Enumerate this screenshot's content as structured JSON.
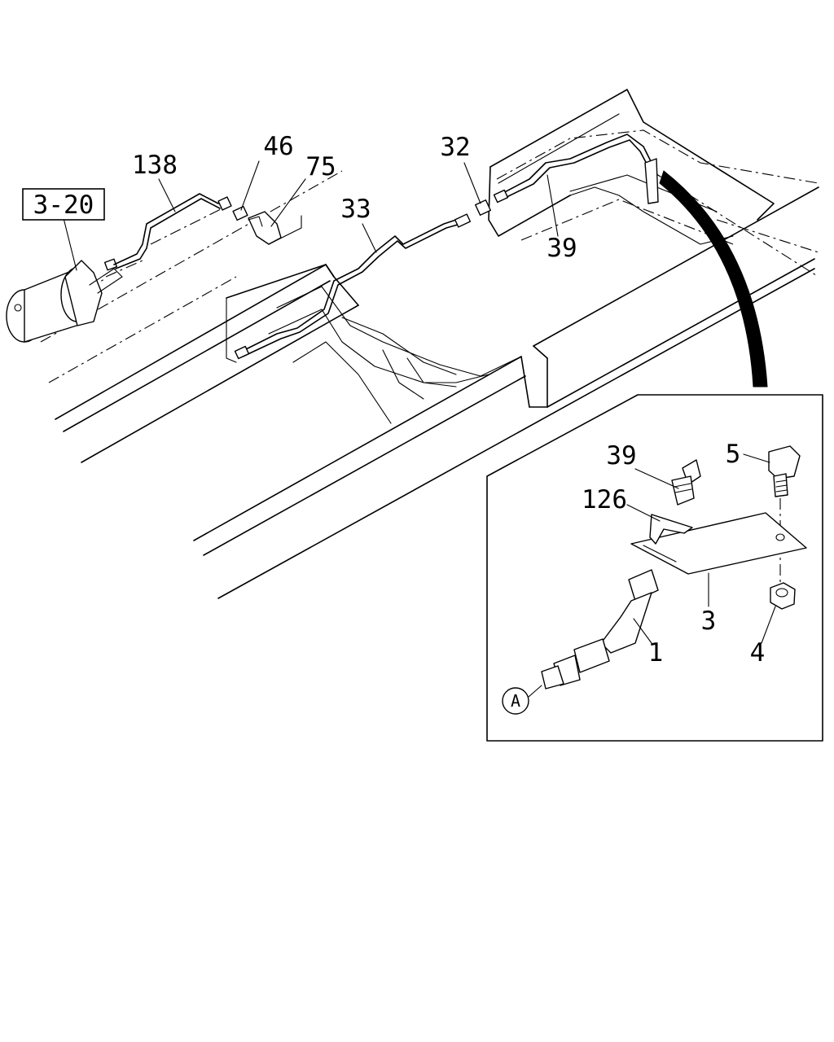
{
  "callouts": {
    "ref_3_20": "3-20",
    "p138": "138",
    "p46": "46",
    "p75": "75",
    "p33": "33",
    "p32": "32",
    "p39_main": "39",
    "p39_detail": "39",
    "p126": "126",
    "p5": "5",
    "p3": "3",
    "p4": "4",
    "p1": "1",
    "ref_A": "A"
  }
}
